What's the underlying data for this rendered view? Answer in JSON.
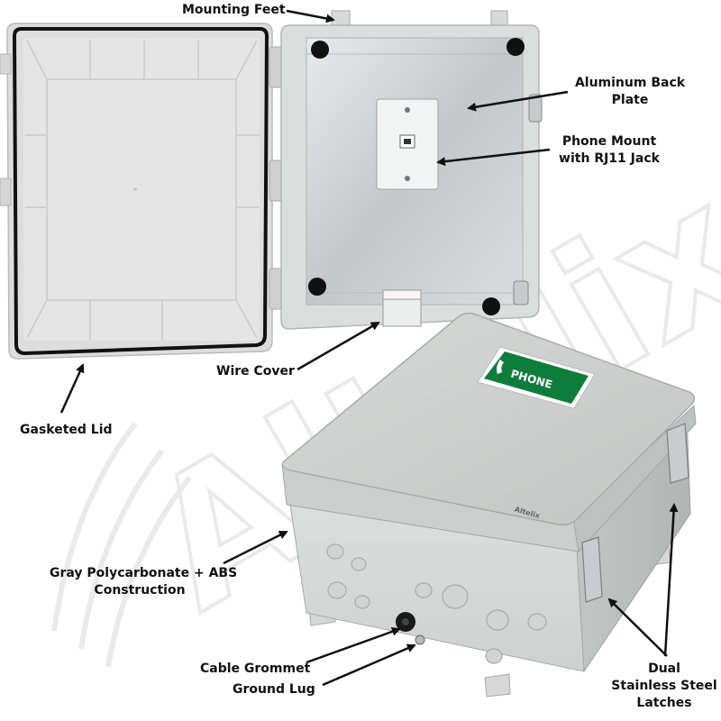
{
  "labels": {
    "mounting_feet": "Mounting Feet",
    "aluminum_back_plate_1": "Aluminum Back",
    "aluminum_back_plate_2": "Plate",
    "phone_mount_1": "Phone Mount",
    "phone_mount_2": "with RJ11 Jack",
    "wire_cover": "Wire Cover",
    "gasketed_lid": "Gasketed Lid",
    "construction_1": "Gray Polycarbonate + ABS",
    "construction_2": "Construction",
    "cable_grommet": "Cable Grommet",
    "ground_lug": "Ground Lug",
    "latches_1": "Dual",
    "latches_2": "Stainless Steel",
    "latches_3": "Latches"
  },
  "product": {
    "sign_text": "PHONE",
    "brand_logo": "Altelix",
    "watermark": "Altelix"
  },
  "colors": {
    "enclosure_gray": "#d7d9d8",
    "lid_inner": "#e1e2e1",
    "back_plate": "#c9cccd",
    "sign_green": "#0e7d3b",
    "gasket_black": "#111111",
    "label_text": "#111111"
  },
  "icons": {
    "phone_sign": "phone-handset-icon",
    "arrow": "arrow-icon"
  }
}
